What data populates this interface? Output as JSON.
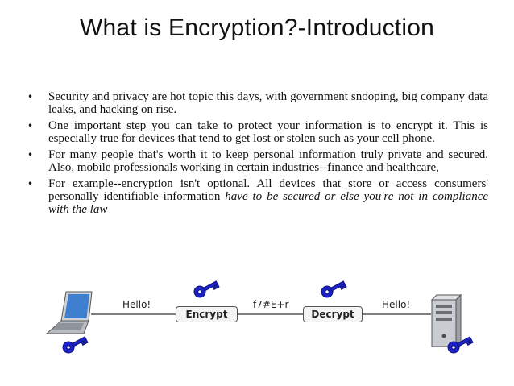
{
  "slide": {
    "title": "What is Encryption?-Introduction",
    "bullets": [
      {
        "marker": "•",
        "text": "Security and privacy are hot topic this days, with government snooping, big company data leaks, and hacking on rise.",
        "italic": ""
      },
      {
        "marker": "•",
        "text": "One important step you can take to protect your information is to encrypt it. This is especially true for devices that tend to get lost or  stolen such as your cell phone.",
        "italic": ""
      },
      {
        "marker": "•",
        "text": "For many people that's worth it to keep personal information truly private and secured. Also, mobile professionals working in certain industries--finance and healthcare,",
        "italic": ""
      },
      {
        "marker": "•",
        "text": "For example--encryption isn't optional. All devices that store or access consumers' personally identifiable information ",
        "italic": "have to be secured or else you're not in compliance with the law"
      }
    ]
  },
  "diagram": {
    "plaintext_left": "Hello!",
    "encrypt_label": "Encrypt",
    "ciphertext": "f7#E+r",
    "decrypt_label": "Decrypt",
    "plaintext_right": "Hello!",
    "icons": [
      "laptop-icon",
      "key-icon",
      "server-icon"
    ],
    "colors": {
      "key": "#1b22c9",
      "box_border": "#555555",
      "screen": "#3f7fd0"
    }
  }
}
